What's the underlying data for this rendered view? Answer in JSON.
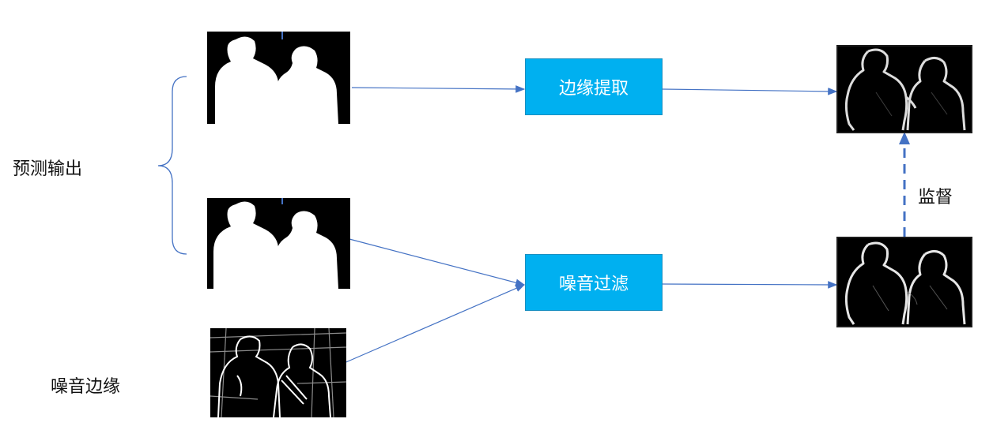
{
  "labels": {
    "prediction_output": "预测输出",
    "noise_edge": "噪音边缘",
    "supervision": "监督"
  },
  "process_boxes": {
    "edge_extraction": "边缘提取",
    "noise_filtering": "噪音过滤"
  },
  "colors": {
    "process_fill": "#00B0F0",
    "arrow": "#4472C4",
    "thumbnail_bg": "#000000"
  }
}
